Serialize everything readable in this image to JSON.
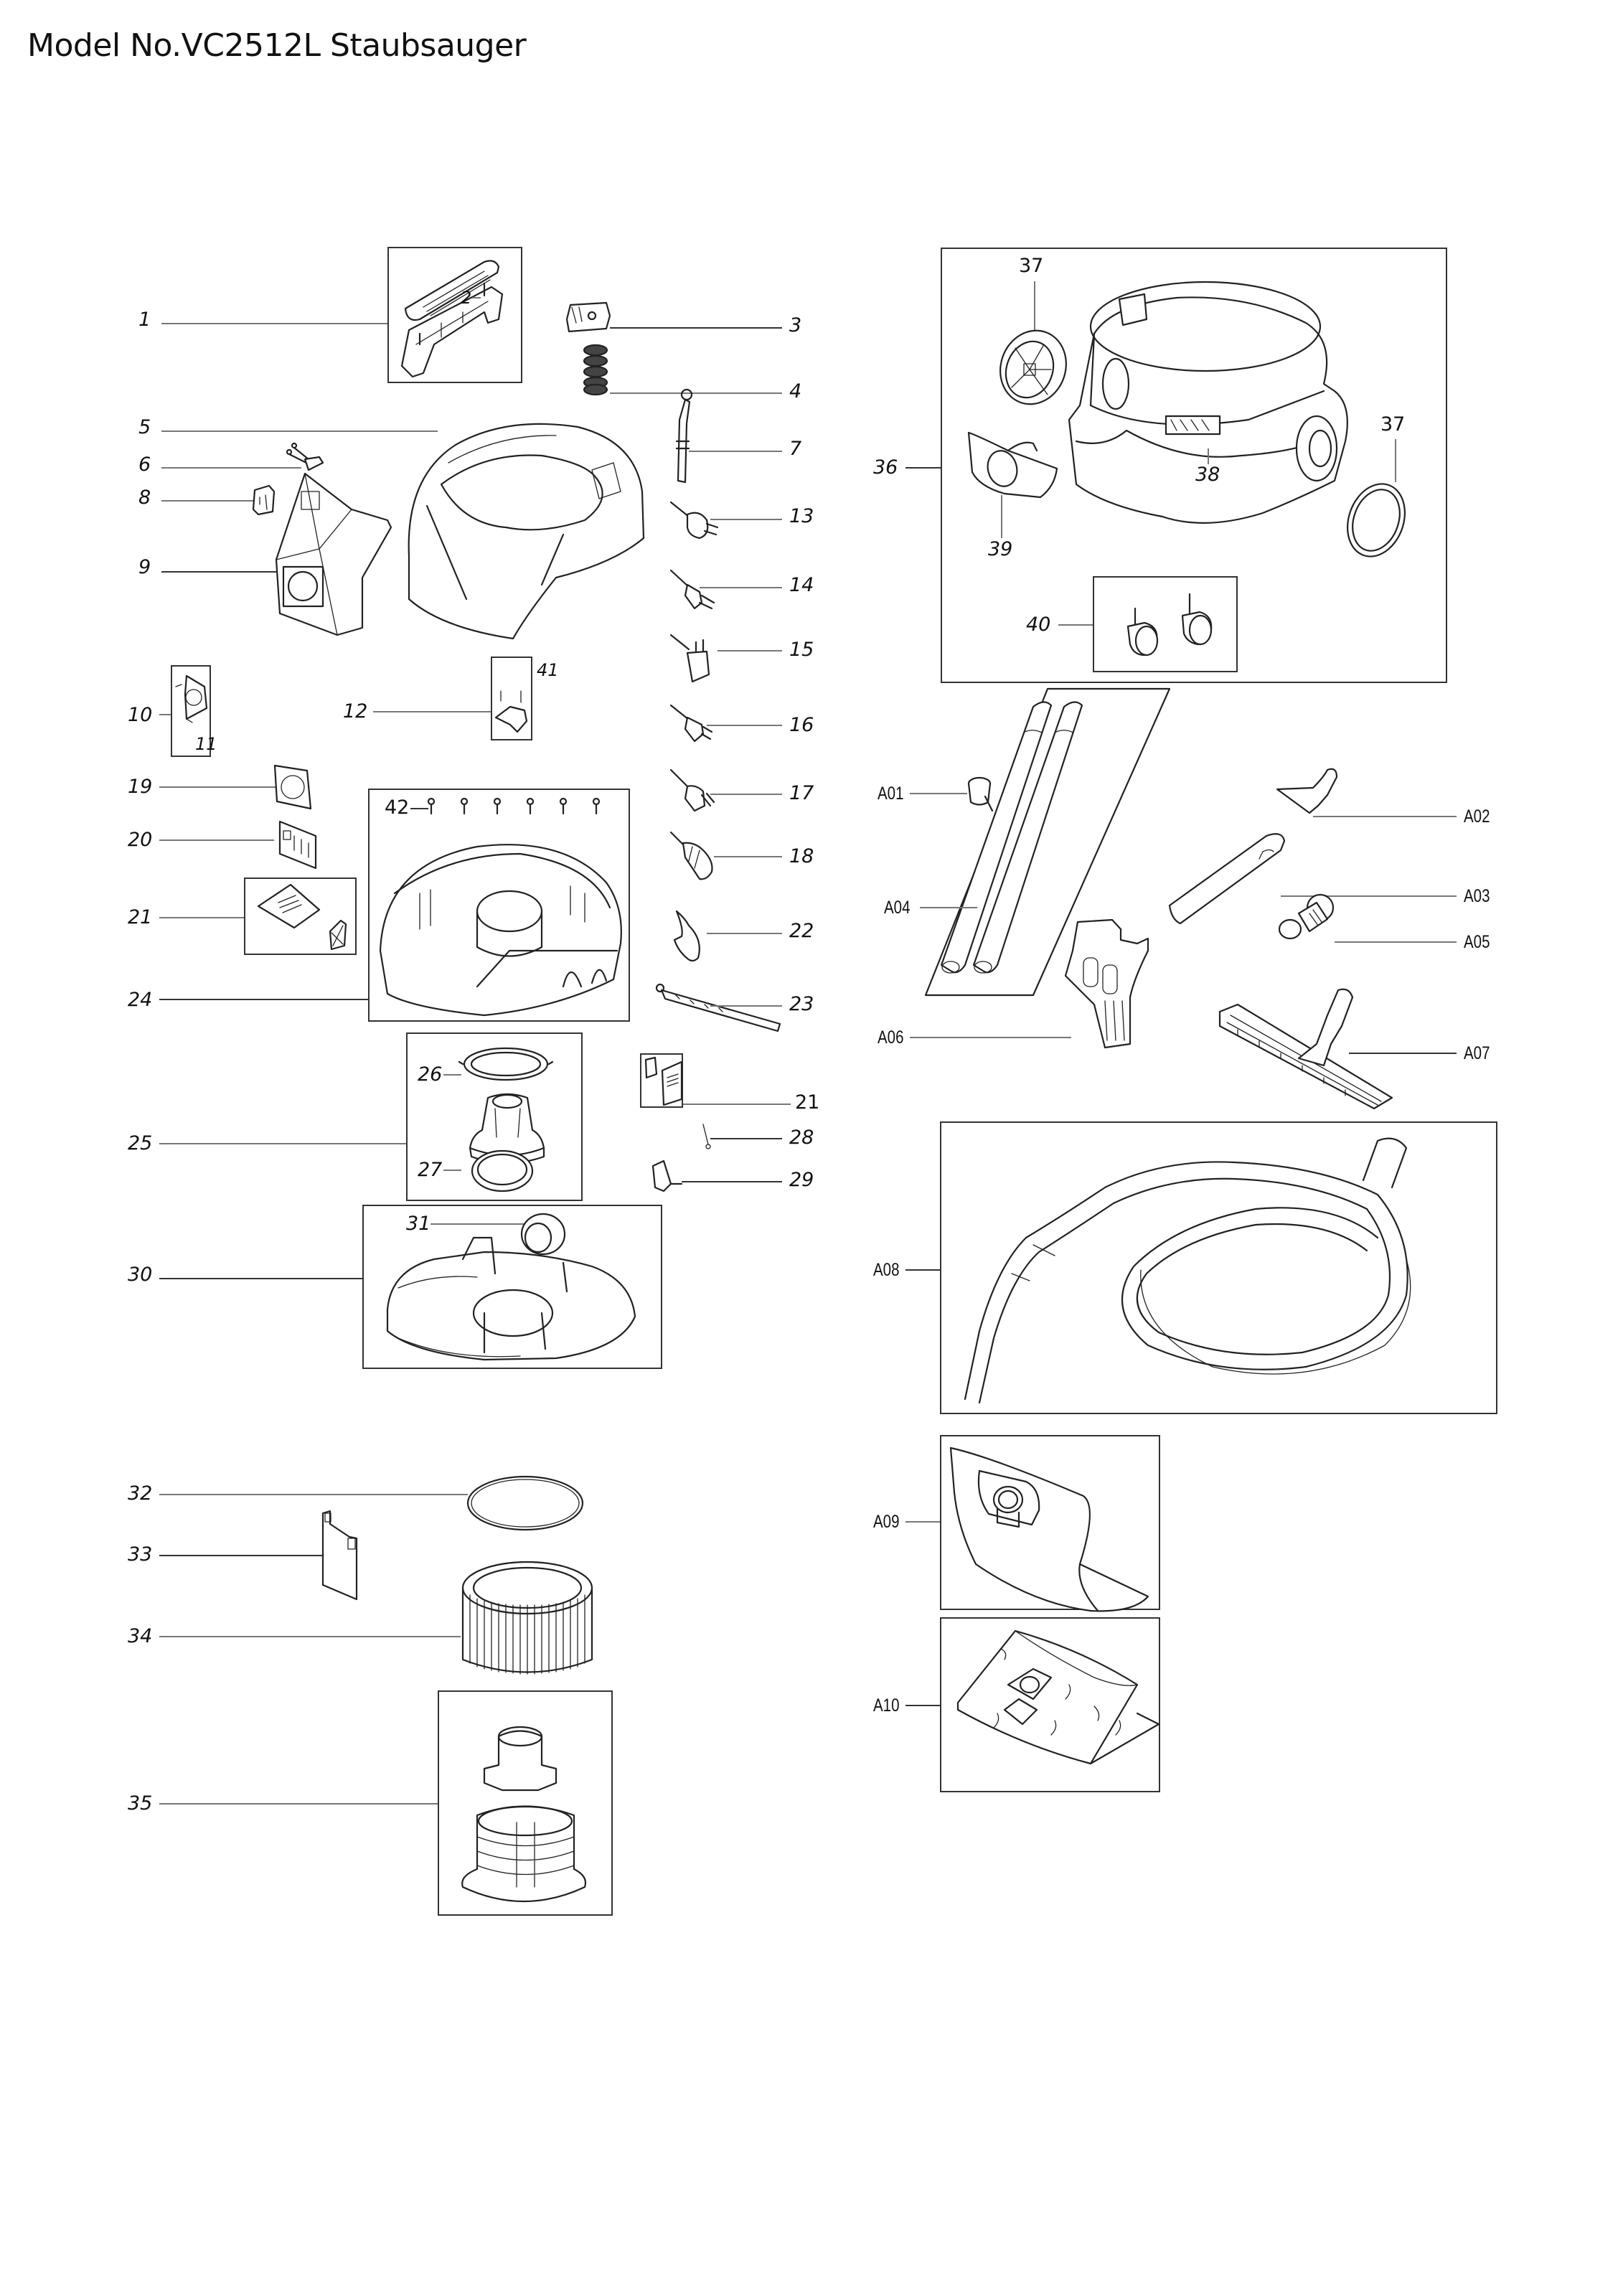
{
  "page": {
    "title": "Model No.VC2512L Staubsauger"
  },
  "parts": {
    "p1": "1",
    "p2": "2",
    "p3": "3",
    "p4": "4",
    "p5": "5",
    "p6": "6",
    "p7": "7",
    "p8": "8",
    "p9": "9",
    "p10": "10",
    "p11": "11",
    "p12": "12",
    "p13": "13",
    "p14": "14",
    "p15": "15",
    "p16": "16",
    "p17": "17",
    "p18": "18",
    "p19": "19",
    "p20": "20",
    "p21a": "21",
    "p21b": "21",
    "p22": "22",
    "p23": "23",
    "p24": "24",
    "p25": "25",
    "p26": "26",
    "p27": "27",
    "p28": "28",
    "p29": "29",
    "p30": "30",
    "p31": "31",
    "p32": "32",
    "p33": "33",
    "p34": "34",
    "p35": "35",
    "p36": "36",
    "p37a": "37",
    "p37b": "37",
    "p38": "38",
    "p39": "39",
    "p40": "40",
    "p41": "41",
    "p42": "42",
    "a01": "A01",
    "a02": "A02",
    "a03": "A03",
    "a04": "A04",
    "a05": "A05",
    "a06": "A06",
    "a07": "A07",
    "a08": "A08",
    "a09": "A09",
    "a10": "A10"
  }
}
